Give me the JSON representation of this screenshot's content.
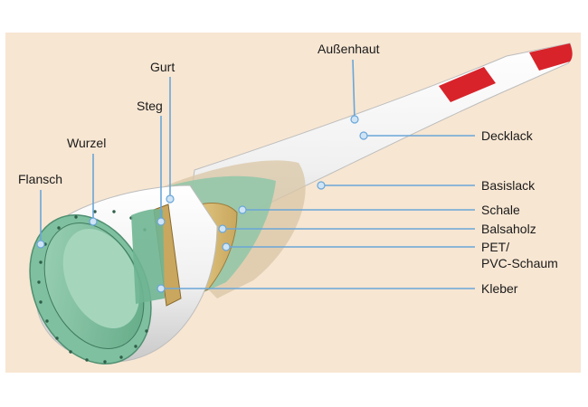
{
  "diagram": {
    "labels_left": {
      "flansch": "Flansch",
      "wurzel": "Wurzel",
      "steg": "Steg",
      "gurt": "Gurt"
    },
    "labels_right": {
      "aussenhaut": "Außenhaut",
      "decklack": "Decklack",
      "basislack": "Basislack",
      "schale": "Schale",
      "balsaholz": "Balsaholz",
      "pet_line1": "PET/",
      "pet_line2": "PVC-Schaum",
      "kleber": "Kleber"
    },
    "colors": {
      "background": "#f7e6d2",
      "blade_white": "#f4f4f4",
      "tip_red": "#d8232a",
      "shell_green": "#86c4a5",
      "balsa": "#e2c883",
      "leader_line": "#6aa6d8"
    }
  }
}
